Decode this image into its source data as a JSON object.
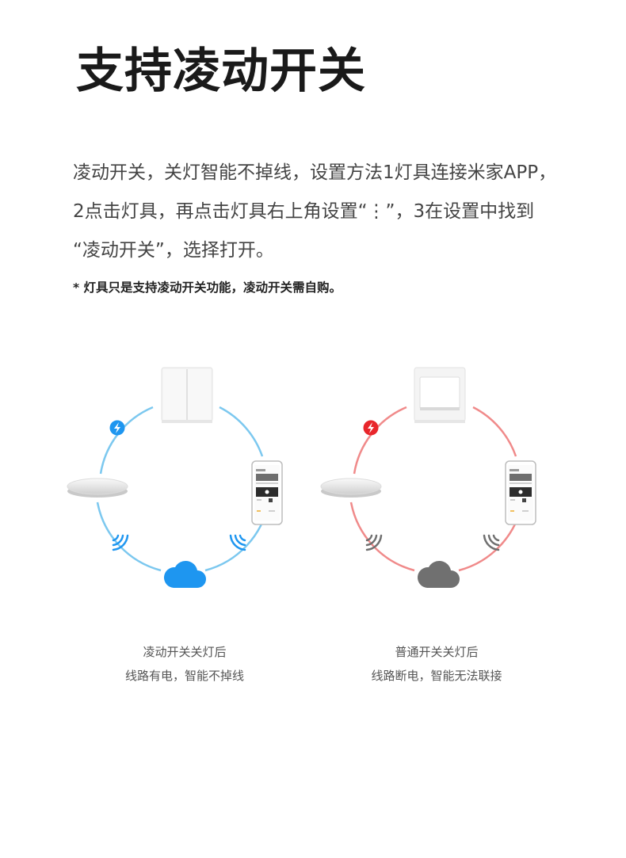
{
  "title": "支持凌动开关",
  "description": {
    "line1": "凌动开关，关灯智能不掉线，设置方法1灯具连接米家APP，",
    "line2": "2点击灯具，再点击灯具右上角设置“⋮”，3在设置中找到",
    "line3": "“凌动开关”，选择打开。"
  },
  "note": "*  灯具只是支持凌动开关功能，凌动开关需自购。",
  "diagrams": {
    "smart": {
      "ring_color": "#7cc8ef",
      "accent_color": "#1e96f0",
      "cloud_color": "#1e96f0",
      "wifi_color": "#1e96f0",
      "caption_title": "凌动开关关灯后",
      "caption_desc": "线路有电，智能不掉线"
    },
    "normal": {
      "ring_color": "#f08a8a",
      "accent_color": "#e8262b",
      "cloud_color": "#707070",
      "wifi_color": "#707070",
      "caption_title": "普通开关关灯后",
      "caption_desc": "线路断电，智能无法联接"
    }
  },
  "icons": [
    "double-rocker-switch-icon",
    "single-rocker-switch-icon",
    "ceiling-lamp-icon",
    "phone-app-icon",
    "cloud-icon",
    "wifi-signal-icon",
    "lightning-icon"
  ]
}
